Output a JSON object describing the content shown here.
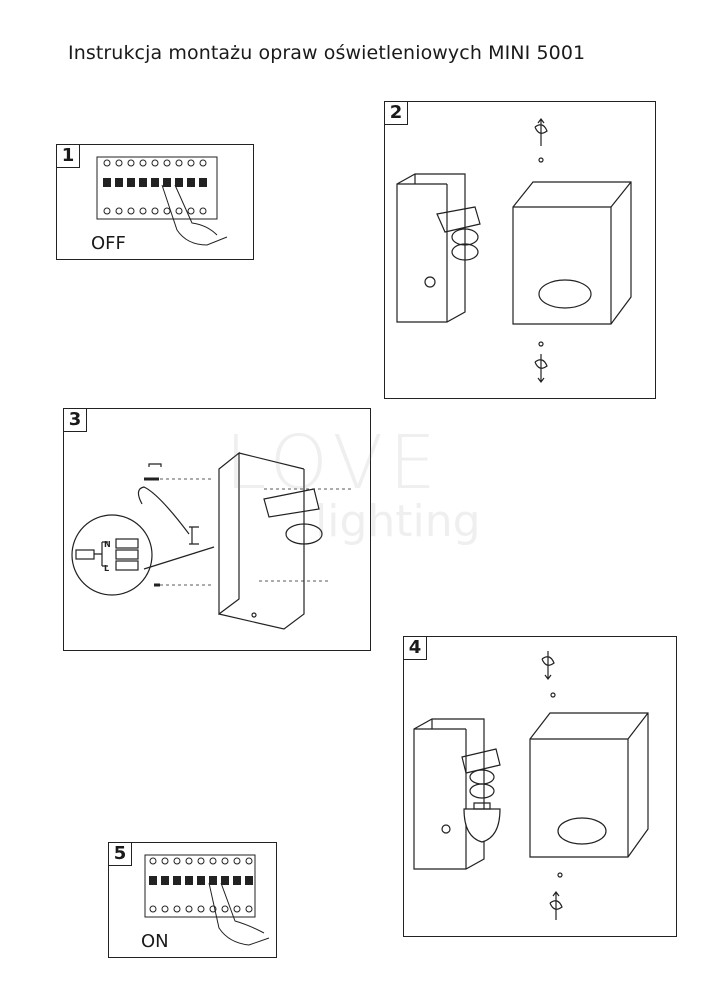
{
  "title": "Instrukcja montażu opraw oświetleniowych MINI 5001",
  "steps": [
    {
      "number": "1",
      "label": "OFF"
    },
    {
      "number": "2"
    },
    {
      "number": "3",
      "terminal_labels": [
        "N",
        "L"
      ]
    },
    {
      "number": "4"
    },
    {
      "number": "5",
      "label": "ON"
    }
  ],
  "watermark": {
    "line1": "LOVE",
    "line2": "lighting"
  }
}
